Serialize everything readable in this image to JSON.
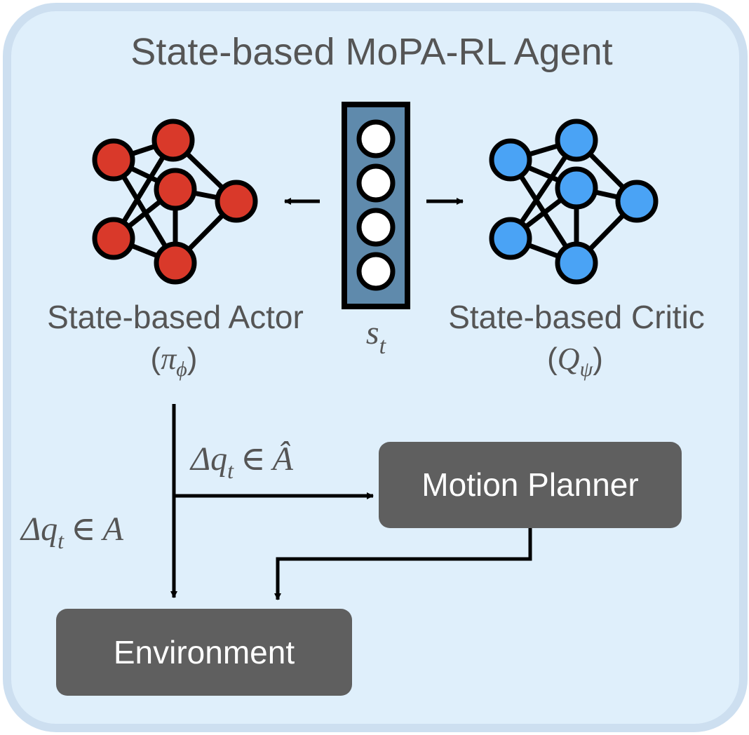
{
  "agent": {
    "title": "State-based MoPA-RL Agent"
  },
  "state": {
    "symbol": "s",
    "subscript": "t",
    "node_count": 4
  },
  "actor": {
    "name": "State-based Actor",
    "symbol_open": "(",
    "symbol": "π",
    "subscript": "ϕ",
    "symbol_close": ")"
  },
  "critic": {
    "name": "State-based Critic",
    "symbol_open": "(",
    "symbol": "Q",
    "subscript": "ψ",
    "symbol_close": ")"
  },
  "edges": {
    "to_planner": {
      "delta": "Δ",
      "var": "q",
      "subscript": "t",
      "in": "∈",
      "space": "Â"
    },
    "to_environment": {
      "delta": "Δ",
      "var": "q",
      "subscript": "t",
      "in": "∈",
      "space": "A"
    }
  },
  "boxes": {
    "planner": "Motion Planner",
    "environment": "Environment"
  },
  "colors": {
    "panel_fill": "#dfeffb",
    "panel_border": "#cddff0",
    "title_text": "#555555",
    "label_text": "#555555",
    "box_fill": "#5f5f5f",
    "box_text": "#ffffff",
    "actor_node": "#d9392a",
    "critic_node": "#4aa3f5",
    "state_fill": "#5f8aac",
    "line": "#000000"
  }
}
